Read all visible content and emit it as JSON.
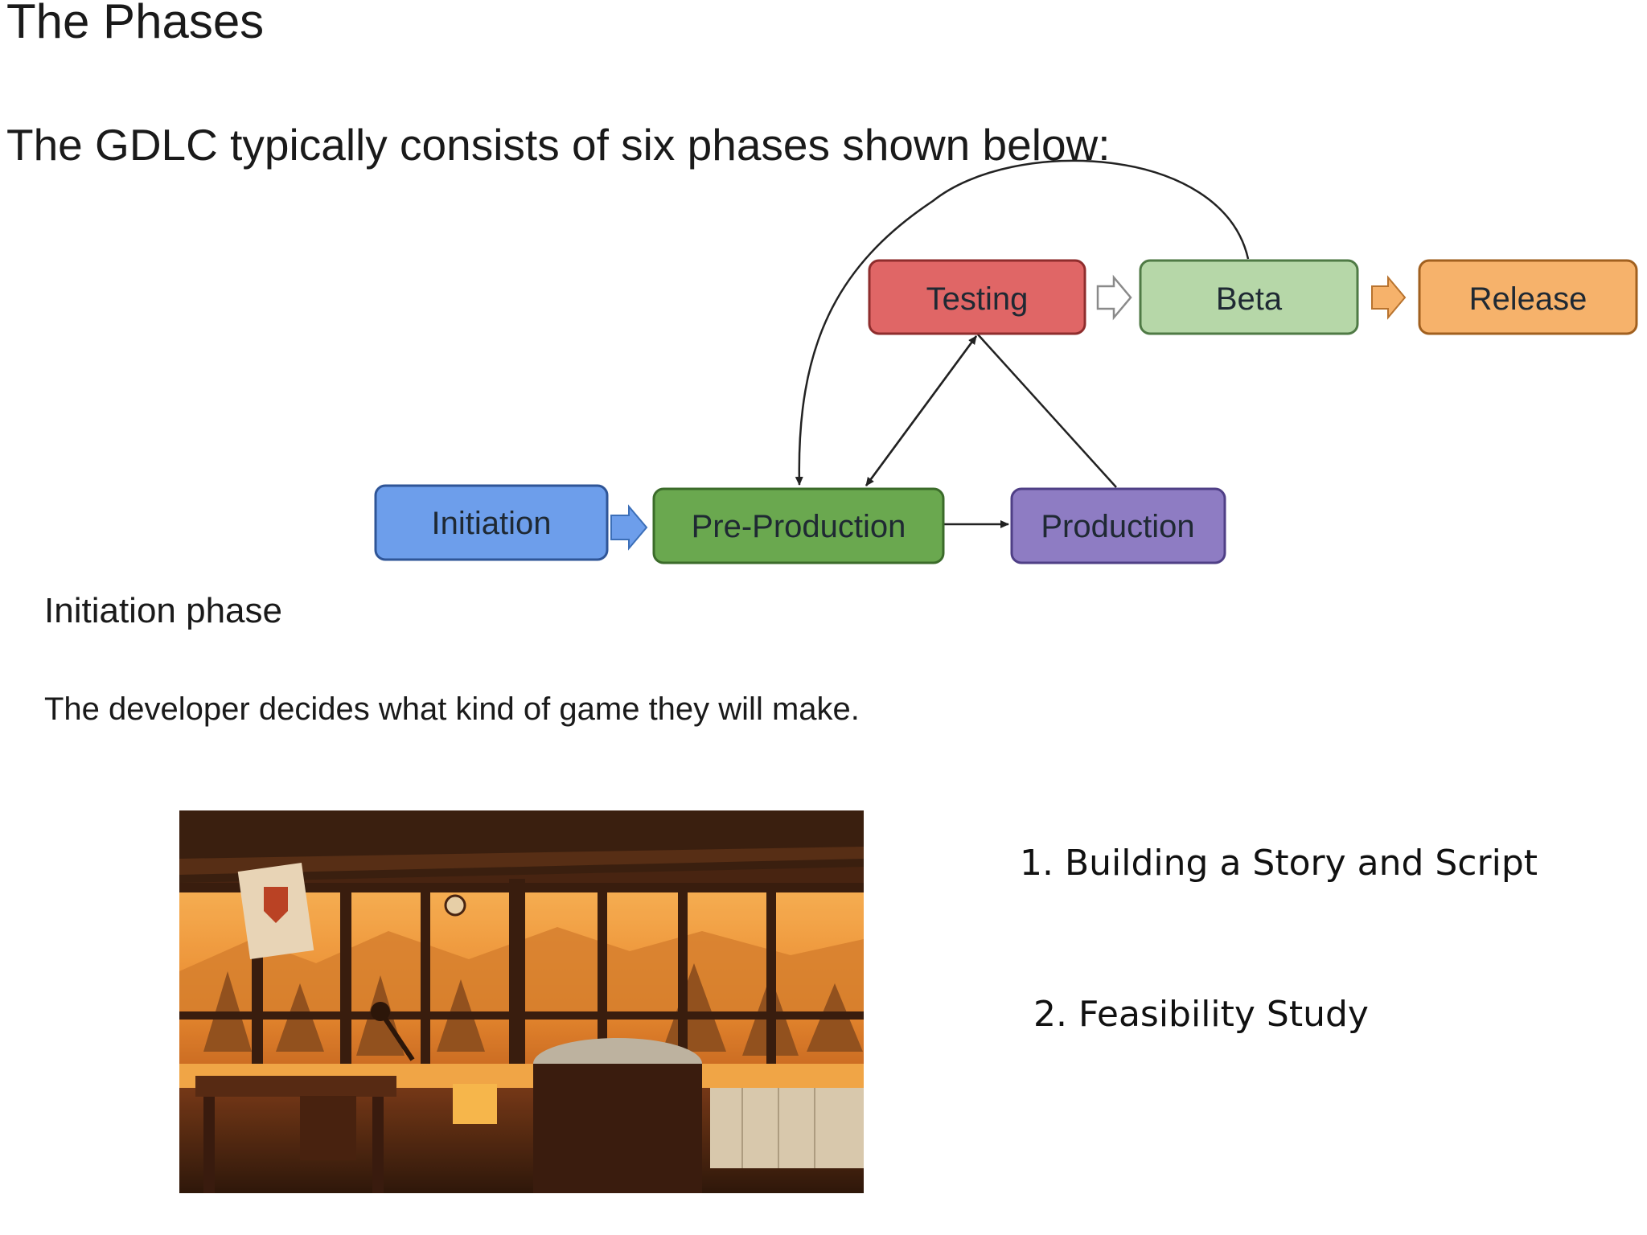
{
  "page": {
    "title": "The Phases",
    "intro": "The GDLC typically consists of six phases shown below:"
  },
  "diagram": {
    "nodes": [
      {
        "id": "initiation",
        "label": "Initiation",
        "color": "#6d9eeb"
      },
      {
        "id": "pre-production",
        "label": "Pre-Production",
        "color": "#6aa84f"
      },
      {
        "id": "production",
        "label": "Production",
        "color": "#8e7cc3"
      },
      {
        "id": "testing",
        "label": "Testing",
        "color": "#e06666"
      },
      {
        "id": "beta",
        "label": "Beta",
        "color": "#b6d7a8"
      },
      {
        "id": "release",
        "label": "Release",
        "color": "#f6b26b"
      }
    ]
  },
  "section": {
    "heading": "Initiation phase",
    "text": "The developer decides what kind of game they will make."
  },
  "image": {
    "subject": "firewatch-tower-interior",
    "palette": [
      "#f2a03c",
      "#3a1a0e",
      "#7a3a1c",
      "#d9822b"
    ]
  },
  "steps": [
    {
      "label": "1. Building a Story and Script"
    },
    {
      "label": "2. Feasibility Study"
    }
  ]
}
